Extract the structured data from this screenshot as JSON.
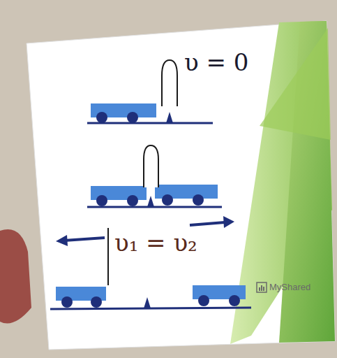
{
  "diagram": {
    "labels": [
      "υ = 0",
      "υ₁ = υ₂",
      "MyShared"
    ]
  }
}
